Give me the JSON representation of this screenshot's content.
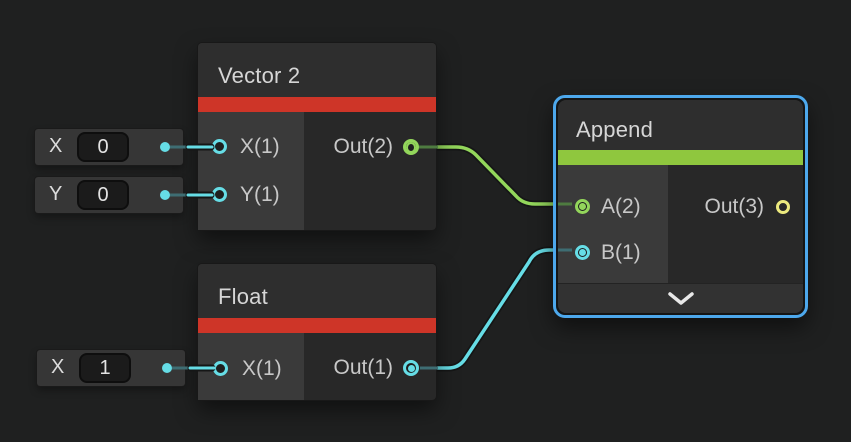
{
  "colors": {
    "background": "#1f2020",
    "node_header": "#2e2e2e",
    "node_body": "#282828",
    "node_input_column": "#3a3a3a",
    "node_footer": "#323232",
    "node_title_text": "#d6d6d6",
    "port_label_text": "#c8c8c8",
    "float_vector_accent": "#ce3528",
    "append_accent": "#8fc73e",
    "selection_border": "#4da8ec",
    "wire_green": "#93d65b",
    "wire_green_dim": "#4e7b40",
    "wire_cyan": "#66dde6",
    "wire_cyan_dim": "#3e6d73",
    "port_yellow": "#ece97e",
    "field_bg": "#1b1b1b",
    "widget_bg": "#363636"
  },
  "nodes": {
    "vector2": {
      "title": "Vector 2",
      "inputs": [
        {
          "label": "X(1)"
        },
        {
          "label": "Y(1)"
        }
      ],
      "outputs": [
        {
          "label": "Out(2)"
        }
      ]
    },
    "float1": {
      "title": "Float",
      "inputs": [
        {
          "label": "X(1)"
        }
      ],
      "outputs": [
        {
          "label": "Out(1)"
        }
      ]
    },
    "append": {
      "title": "Append",
      "selected": true,
      "inputs": [
        {
          "label": "A(2)"
        },
        {
          "label": "B(1)"
        }
      ],
      "outputs": [
        {
          "label": "Out(3)"
        }
      ]
    }
  },
  "widgets": [
    {
      "label": "X",
      "value": "0"
    },
    {
      "label": "Y",
      "value": "0"
    },
    {
      "label": "X",
      "value": "1"
    }
  ]
}
